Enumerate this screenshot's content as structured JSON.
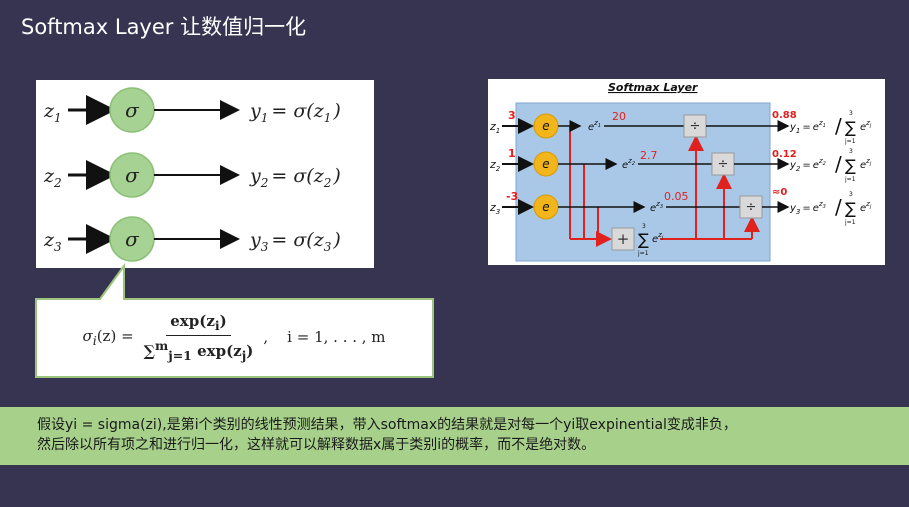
{
  "title": "Softmax Layer 让数值归一化",
  "sigma_panel": {
    "rows": [
      {
        "input_base": "z",
        "input_sub": "1",
        "node": "σ",
        "out_y": "y",
        "out_sub": "1",
        "eq": "= σ(",
        "arg_base": "z",
        "arg_sub": "1",
        "close": ")"
      },
      {
        "input_base": "z",
        "input_sub": "2",
        "node": "σ",
        "out_y": "y",
        "out_sub": "2",
        "eq": "= σ(",
        "arg_base": "z",
        "arg_sub": "2",
        "close": ")"
      },
      {
        "input_base": "z",
        "input_sub": "3",
        "node": "σ",
        "out_y": "y",
        "out_sub": "3",
        "eq": "= σ(",
        "arg_base": "z",
        "arg_sub": "3",
        "close": ")"
      }
    ]
  },
  "formula": {
    "lhs": "σ",
    "lhs_sub": "i",
    "lhs_arg": "(z) =",
    "numerator": "exp(z",
    "numerator_sub": "i",
    "numerator_close": ")",
    "denominator_sum": "∑",
    "denominator_sup": "m",
    "denominator_sub": "j=1",
    "denominator_rest": " exp(z",
    "denominator_rest_sub": "j",
    "denominator_close": ")",
    "range": ",    i = 1, . . . , m"
  },
  "softmax_diagram": {
    "title": "Softmax Layer",
    "inputs": [
      {
        "label": "z",
        "sub": "1",
        "value": "3",
        "exp_value": "20",
        "prob": "0.88"
      },
      {
        "label": "z",
        "sub": "2",
        "value": "1",
        "exp_value": "2.7",
        "prob": "0.12"
      },
      {
        "label": "z",
        "sub": "3",
        "value": "-3",
        "exp_value": "0.05",
        "prob": "≈0"
      }
    ],
    "exp_node": "e",
    "divide_symbol": "÷",
    "plus_symbol": "+",
    "sum_symbol": "∑",
    "sum_top": "3",
    "sum_bottom": "j=1",
    "exp_base": "e",
    "z_letter": "z",
    "j_letter": "j",
    "y_letter": "y",
    "equals": "=",
    "slash": "/",
    "colors": {
      "accent_red": "#e0221e",
      "node_yellow": "#f2b61c",
      "panel_blue": "#a9c8e8"
    }
  },
  "description": {
    "line1": "假设yi = sigma(zi),是第i个类别的线性预测结果，带入softmax的结果就是对每一个yi取expinential变成非负，",
    "line2": "然后除以所有项之和进行归一化，这样就可以解释数据x属于类别i的概率，而不是绝对数。"
  }
}
